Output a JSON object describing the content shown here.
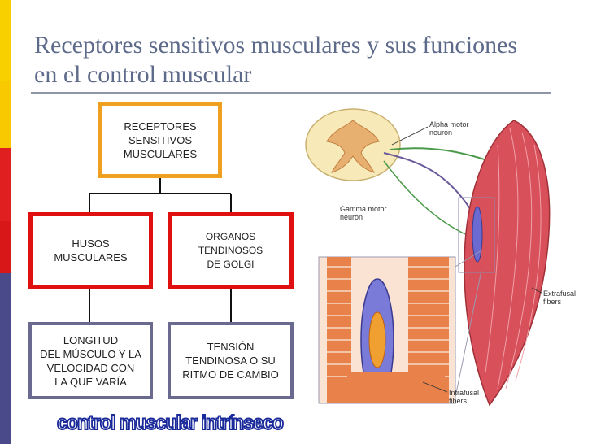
{
  "slide": {
    "title_line1": "Receptores sensitivos musculares y sus funciones",
    "title_line2": "en el control muscular",
    "footer": "control muscular intrínseco"
  },
  "diagram": {
    "root": {
      "label": "RECEPTORES\nSENSITIVOS\nMUSCULARES",
      "border": "#f0a020"
    },
    "left": {
      "label": "HUSOS\nMUSCULARES",
      "border": "#e01010"
    },
    "right": {
      "label": "ORGANOS\nTENDINOSOS\nDE GOLGI",
      "border": "#e01010"
    },
    "left_function": {
      "label": "LONGITUD\nDEL MÚSCULO Y LA\nVELOCIDAD CON\nLA QUE VARÍA",
      "border": "#6a6a90"
    },
    "right_function": {
      "label": "TENSIÓN\nTENDINOSA O SU\nRITMO DE CAMBIO",
      "border": "#6a6a90"
    }
  },
  "figure": {
    "labels": {
      "alpha": "Alpha motor\nneuron",
      "gamma": "Gamma motor\nneuron",
      "extrafusal": "Extrafusal\nfibers",
      "intrafusal": "Intrafusal\nfibers"
    }
  },
  "colors": {
    "sidebar": [
      "#f8d000",
      "#f8d000",
      "#e02020",
      "#e02020",
      "#4a4a8a"
    ]
  }
}
